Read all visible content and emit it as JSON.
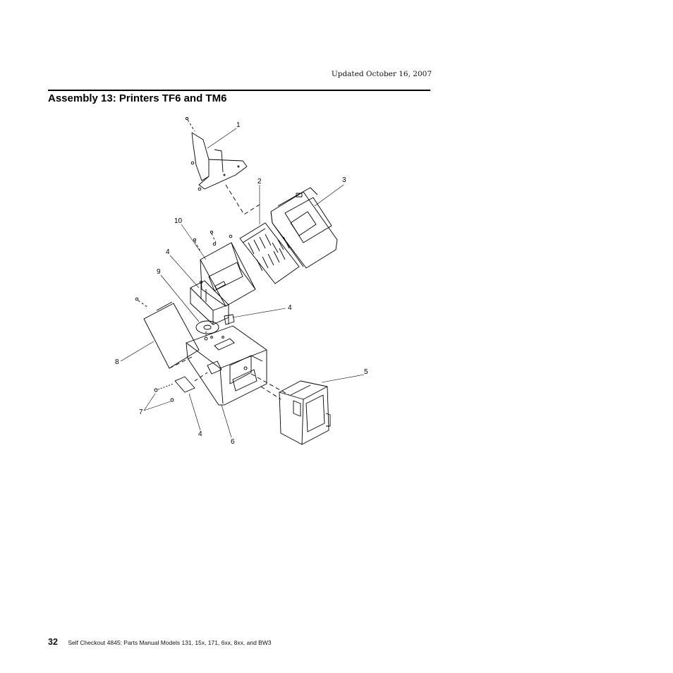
{
  "header": {
    "updated": "Updated October 16, 2007"
  },
  "section": {
    "title": "Assembly 13: Printers TF6 and TM6"
  },
  "figure": {
    "callouts": [
      "1",
      "2",
      "3",
      "10",
      "4",
      "9",
      "4",
      "8",
      "5",
      "7",
      "4",
      "6"
    ]
  },
  "footer": {
    "page_number": "32",
    "text": "Self Checkout 4845: Parts Manual Models 131, 15x, 171, 6xx, 8xx, and BW3"
  }
}
